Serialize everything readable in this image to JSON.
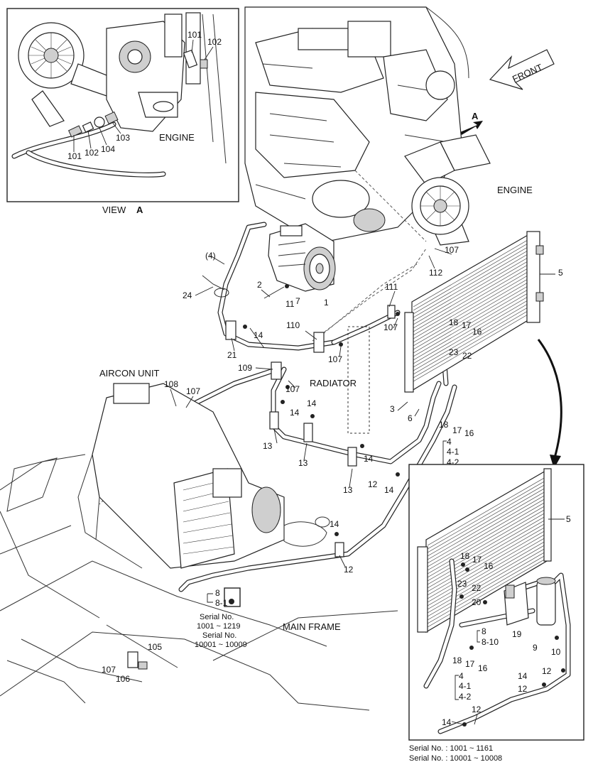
{
  "view_box": {
    "caption_prefix": "VIEW",
    "caption_letter": "A",
    "engine_label": "ENGINE",
    "callouts": [
      "101",
      "102",
      "101",
      "102",
      "104",
      "103"
    ]
  },
  "main": {
    "front_label": "FRONT",
    "view_arrow_letter": "A",
    "engine_label": "ENGINE",
    "radiator_label": "RADIATOR",
    "aircon_label": "AIRCON UNIT",
    "main_frame_label": "MAIN FRAME",
    "callouts": {
      "c4paren": "(4)",
      "c24": "24",
      "c2": "2",
      "c11": "11",
      "c7": "7",
      "c1": "1",
      "c14a": "14",
      "c21": "21",
      "c110": "110",
      "c107a": "107",
      "c109": "109",
      "c107b": "107",
      "c108": "108",
      "c107c": "107",
      "c111": "111",
      "c107d": "107",
      "c112": "112",
      "c107e": "107",
      "c5": "5",
      "c18": "18",
      "c17": "17",
      "c16": "16",
      "c23": "23",
      "c22": "22",
      "c3": "3",
      "c6": "6",
      "c14b": "14",
      "c14c": "14",
      "c14d": "14",
      "c13a": "13",
      "c13b": "13",
      "c13c": "13",
      "c14e": "14",
      "c12a": "12",
      "c14f": "14",
      "c18b": "18",
      "c17b": "17",
      "c16b": "16",
      "c4": "4",
      "c4_1": "4-1",
      "c4_2": "4-2",
      "c14g": "14",
      "c12b": "12",
      "c8": "8",
      "c8_1": "8-1",
      "c105": "105",
      "c107f": "107",
      "c106": "106"
    },
    "serial_notes": [
      "Serial No.",
      "1001 ~ 1219",
      "Serial No.",
      "10001 ~ 10009"
    ]
  },
  "inset": {
    "callouts": {
      "c5": "5",
      "c18": "18",
      "c17": "17",
      "c16": "16",
      "c23": "23",
      "c22": "22",
      "c20": "20",
      "c8": "8",
      "c8_1": "8-10",
      "c19": "19",
      "c9": "9",
      "c10": "10",
      "c18b": "18",
      "c17b": "17",
      "c16b": "16",
      "c4": "4",
      "c4_1": "4-1",
      "c4_2": "4-2",
      "c14a": "14",
      "c12a": "12",
      "c12b": "12",
      "c12c": "12",
      "c14b": "14"
    },
    "serial_line1": "Serial No. : 1001 ~ 1161",
    "serial_line2": "Serial No. : 10001 ~ 10008"
  }
}
